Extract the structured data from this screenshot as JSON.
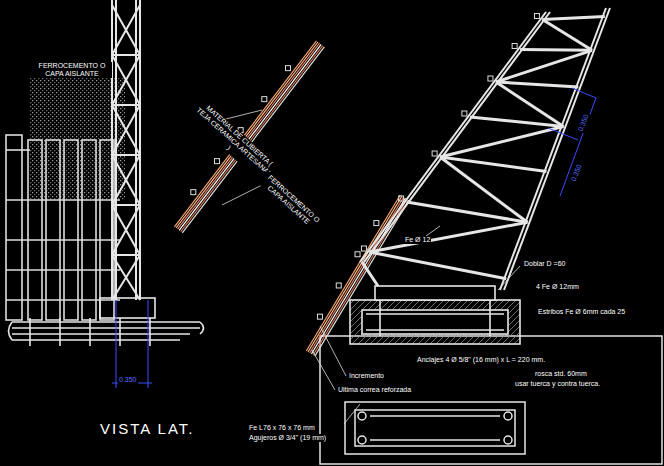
{
  "diagram": {
    "caption": "VISTA LAT.",
    "labels": [
      "FERROCEMENTO O CAPA AISLANTE",
      "MATERIAL DE CUBIERTA ( TEJA CERAMICA ARTESANAL )",
      "FERROCEMENTO O CAPA AISLANTE",
      "0.350",
      "0.350",
      "0.350",
      "Fe Ø 12",
      "Doblar D =60",
      "4 Fe Ø 12mm",
      "Estribos Fe Ø 6mm cada 25",
      "Anclajes 4 Ø 5/8\" (16 mm) x L = 220 mm.",
      "rosca std. 60mm",
      "usar tuerca y contra tuerca.",
      "Incremento",
      "Ultima correa reforzada",
      "Fe L76 x 76 x 76 mm",
      "Agujeros Ø 3/4\" (19 mm)"
    ]
  }
}
